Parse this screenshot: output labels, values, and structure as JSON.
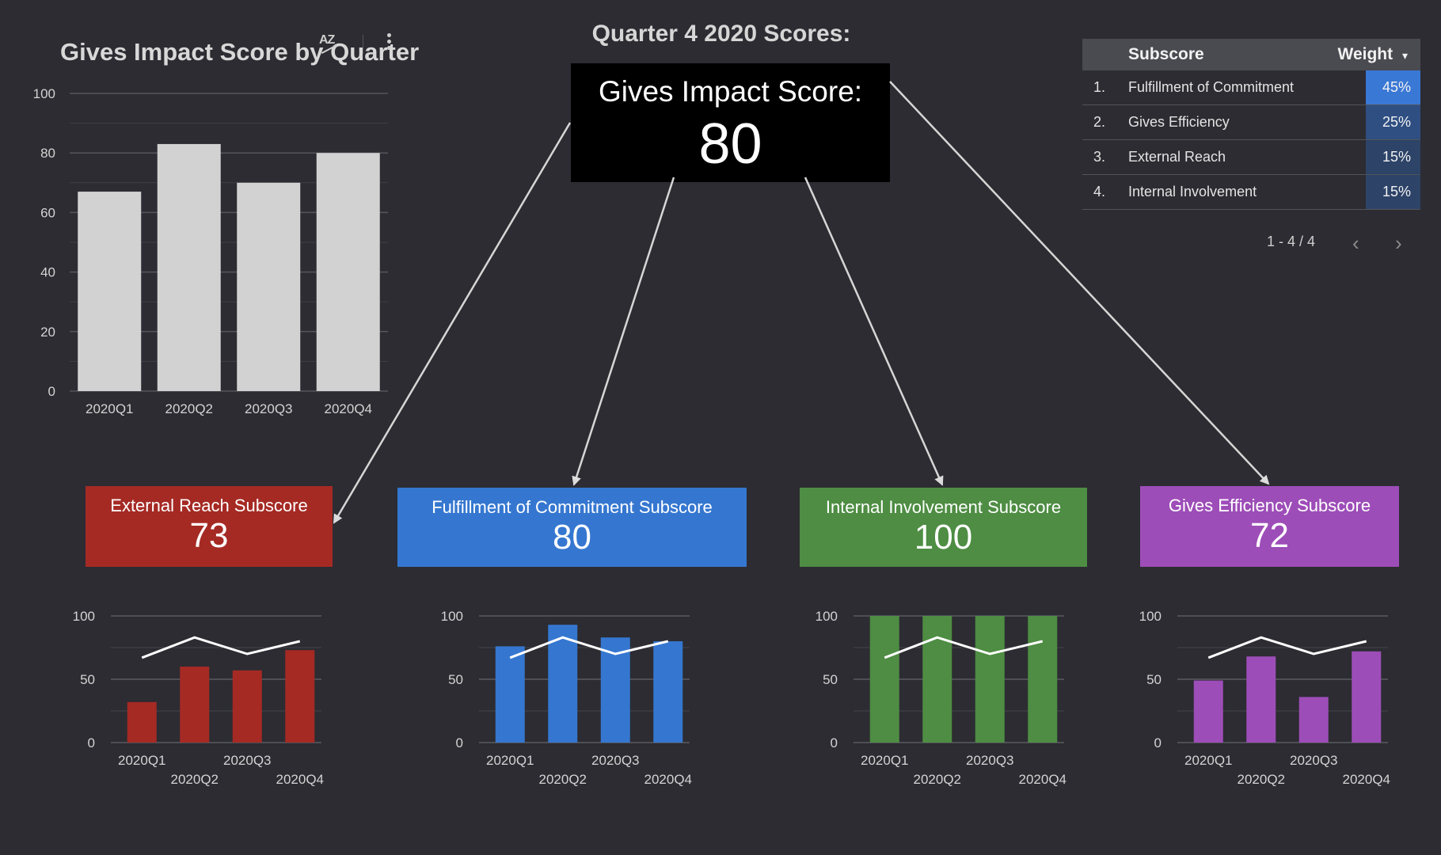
{
  "header": {
    "main_chart_title": "Gives Impact Score by Quarter",
    "sort_icon_text": "AZ",
    "quarter_title": "Quarter 4 2020 Scores:",
    "score_label": "Gives Impact Score:",
    "score_value": "80"
  },
  "table": {
    "col_subscore": "Subscore",
    "col_weight": "Weight",
    "sort_indicator": "▾",
    "rows": [
      {
        "idx": "1.",
        "name": "Fulfillment of Commitment",
        "weight": "45%",
        "color": "#3a78d6"
      },
      {
        "idx": "2.",
        "name": "Gives Efficiency",
        "weight": "25%",
        "color": "#2f4f82"
      },
      {
        "idx": "3.",
        "name": "External Reach",
        "weight": "15%",
        "color": "#2d4368"
      },
      {
        "idx": "4.",
        "name": "Internal Involvement",
        "weight": "15%",
        "color": "#2d4368"
      }
    ],
    "pager_text": "1 - 4 / 4",
    "prev_icon": "‹",
    "next_icon": "›"
  },
  "cards": [
    {
      "label": "External Reach Subscore",
      "value": "73",
      "color": "#a52a24"
    },
    {
      "label": "Fulfillment of Commitment Subscore",
      "value": "80",
      "color": "#3577d0"
    },
    {
      "label": "Internal Involvement Subscore",
      "value": "100",
      "color": "#4e8d43"
    },
    {
      "label": "Gives Efficiency Subscore",
      "value": "72",
      "color": "#9d4db8"
    }
  ],
  "chart_data": [
    {
      "type": "bar",
      "title": "Gives Impact Score by Quarter",
      "categories": [
        "2020Q1",
        "2020Q2",
        "2020Q3",
        "2020Q4"
      ],
      "values": [
        67,
        83,
        70,
        80
      ],
      "ylim": [
        0,
        100
      ],
      "yticks": [
        0,
        20,
        40,
        60,
        80,
        100
      ],
      "color": "#d2d2d2",
      "grid": true
    },
    {
      "type": "bar",
      "categories": [
        "2020Q1",
        "2020Q2",
        "2020Q3",
        "2020Q4"
      ],
      "values": [
        32,
        60,
        57,
        73
      ],
      "line_values": [
        67,
        83,
        70,
        80
      ],
      "ylim": [
        0,
        100
      ],
      "yticks": [
        0,
        50,
        100
      ],
      "color": "#a52a24"
    },
    {
      "type": "bar",
      "categories": [
        "2020Q1",
        "2020Q2",
        "2020Q3",
        "2020Q4"
      ],
      "values": [
        76,
        93,
        83,
        80
      ],
      "line_values": [
        67,
        83,
        70,
        80
      ],
      "ylim": [
        0,
        100
      ],
      "yticks": [
        0,
        50,
        100
      ],
      "color": "#3577d0"
    },
    {
      "type": "bar",
      "categories": [
        "2020Q1",
        "2020Q2",
        "2020Q3",
        "2020Q4"
      ],
      "values": [
        100,
        100,
        100,
        100
      ],
      "line_values": [
        67,
        83,
        70,
        80
      ],
      "ylim": [
        0,
        100
      ],
      "yticks": [
        0,
        50,
        100
      ],
      "color": "#4e8d43"
    },
    {
      "type": "bar",
      "categories": [
        "2020Q1",
        "2020Q2",
        "2020Q3",
        "2020Q4"
      ],
      "values": [
        49,
        68,
        36,
        72
      ],
      "line_values": [
        67,
        83,
        70,
        80
      ],
      "ylim": [
        0,
        100
      ],
      "yticks": [
        0,
        50,
        100
      ],
      "color": "#9d4db8"
    }
  ]
}
